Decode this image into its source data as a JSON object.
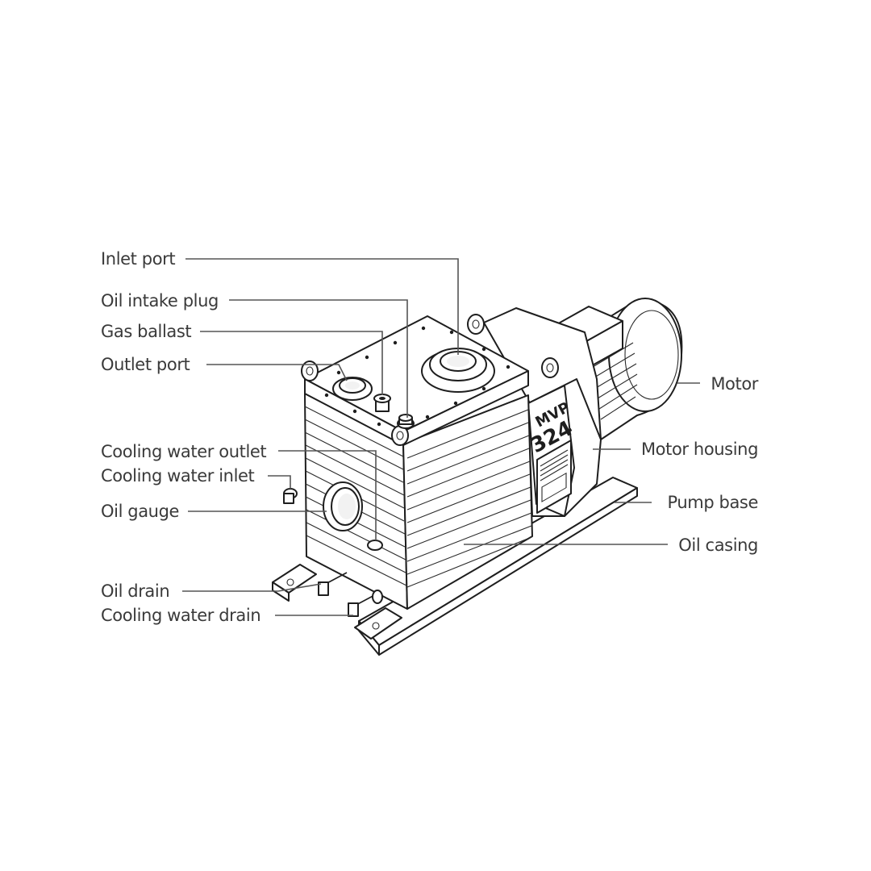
{
  "labels": {
    "inlet_port": "Inlet port",
    "oil_intake_plug": "Oil intake plug",
    "gas_ballast": "Gas ballast",
    "outlet_port": "Outlet port",
    "cooling_water_outlet": "Cooling water outlet",
    "cooling_water_inlet": "Cooling water inlet",
    "oil_gauge": "Oil gauge",
    "oil_drain": "Oil drain",
    "cooling_water_drain": "Cooling water drain",
    "motor": "Motor",
    "motor_housing": "Motor housing",
    "pump_base": "Pump base",
    "oil_casing": "Oil casing"
  },
  "nameplate": {
    "series": "MVP",
    "model": "324"
  }
}
